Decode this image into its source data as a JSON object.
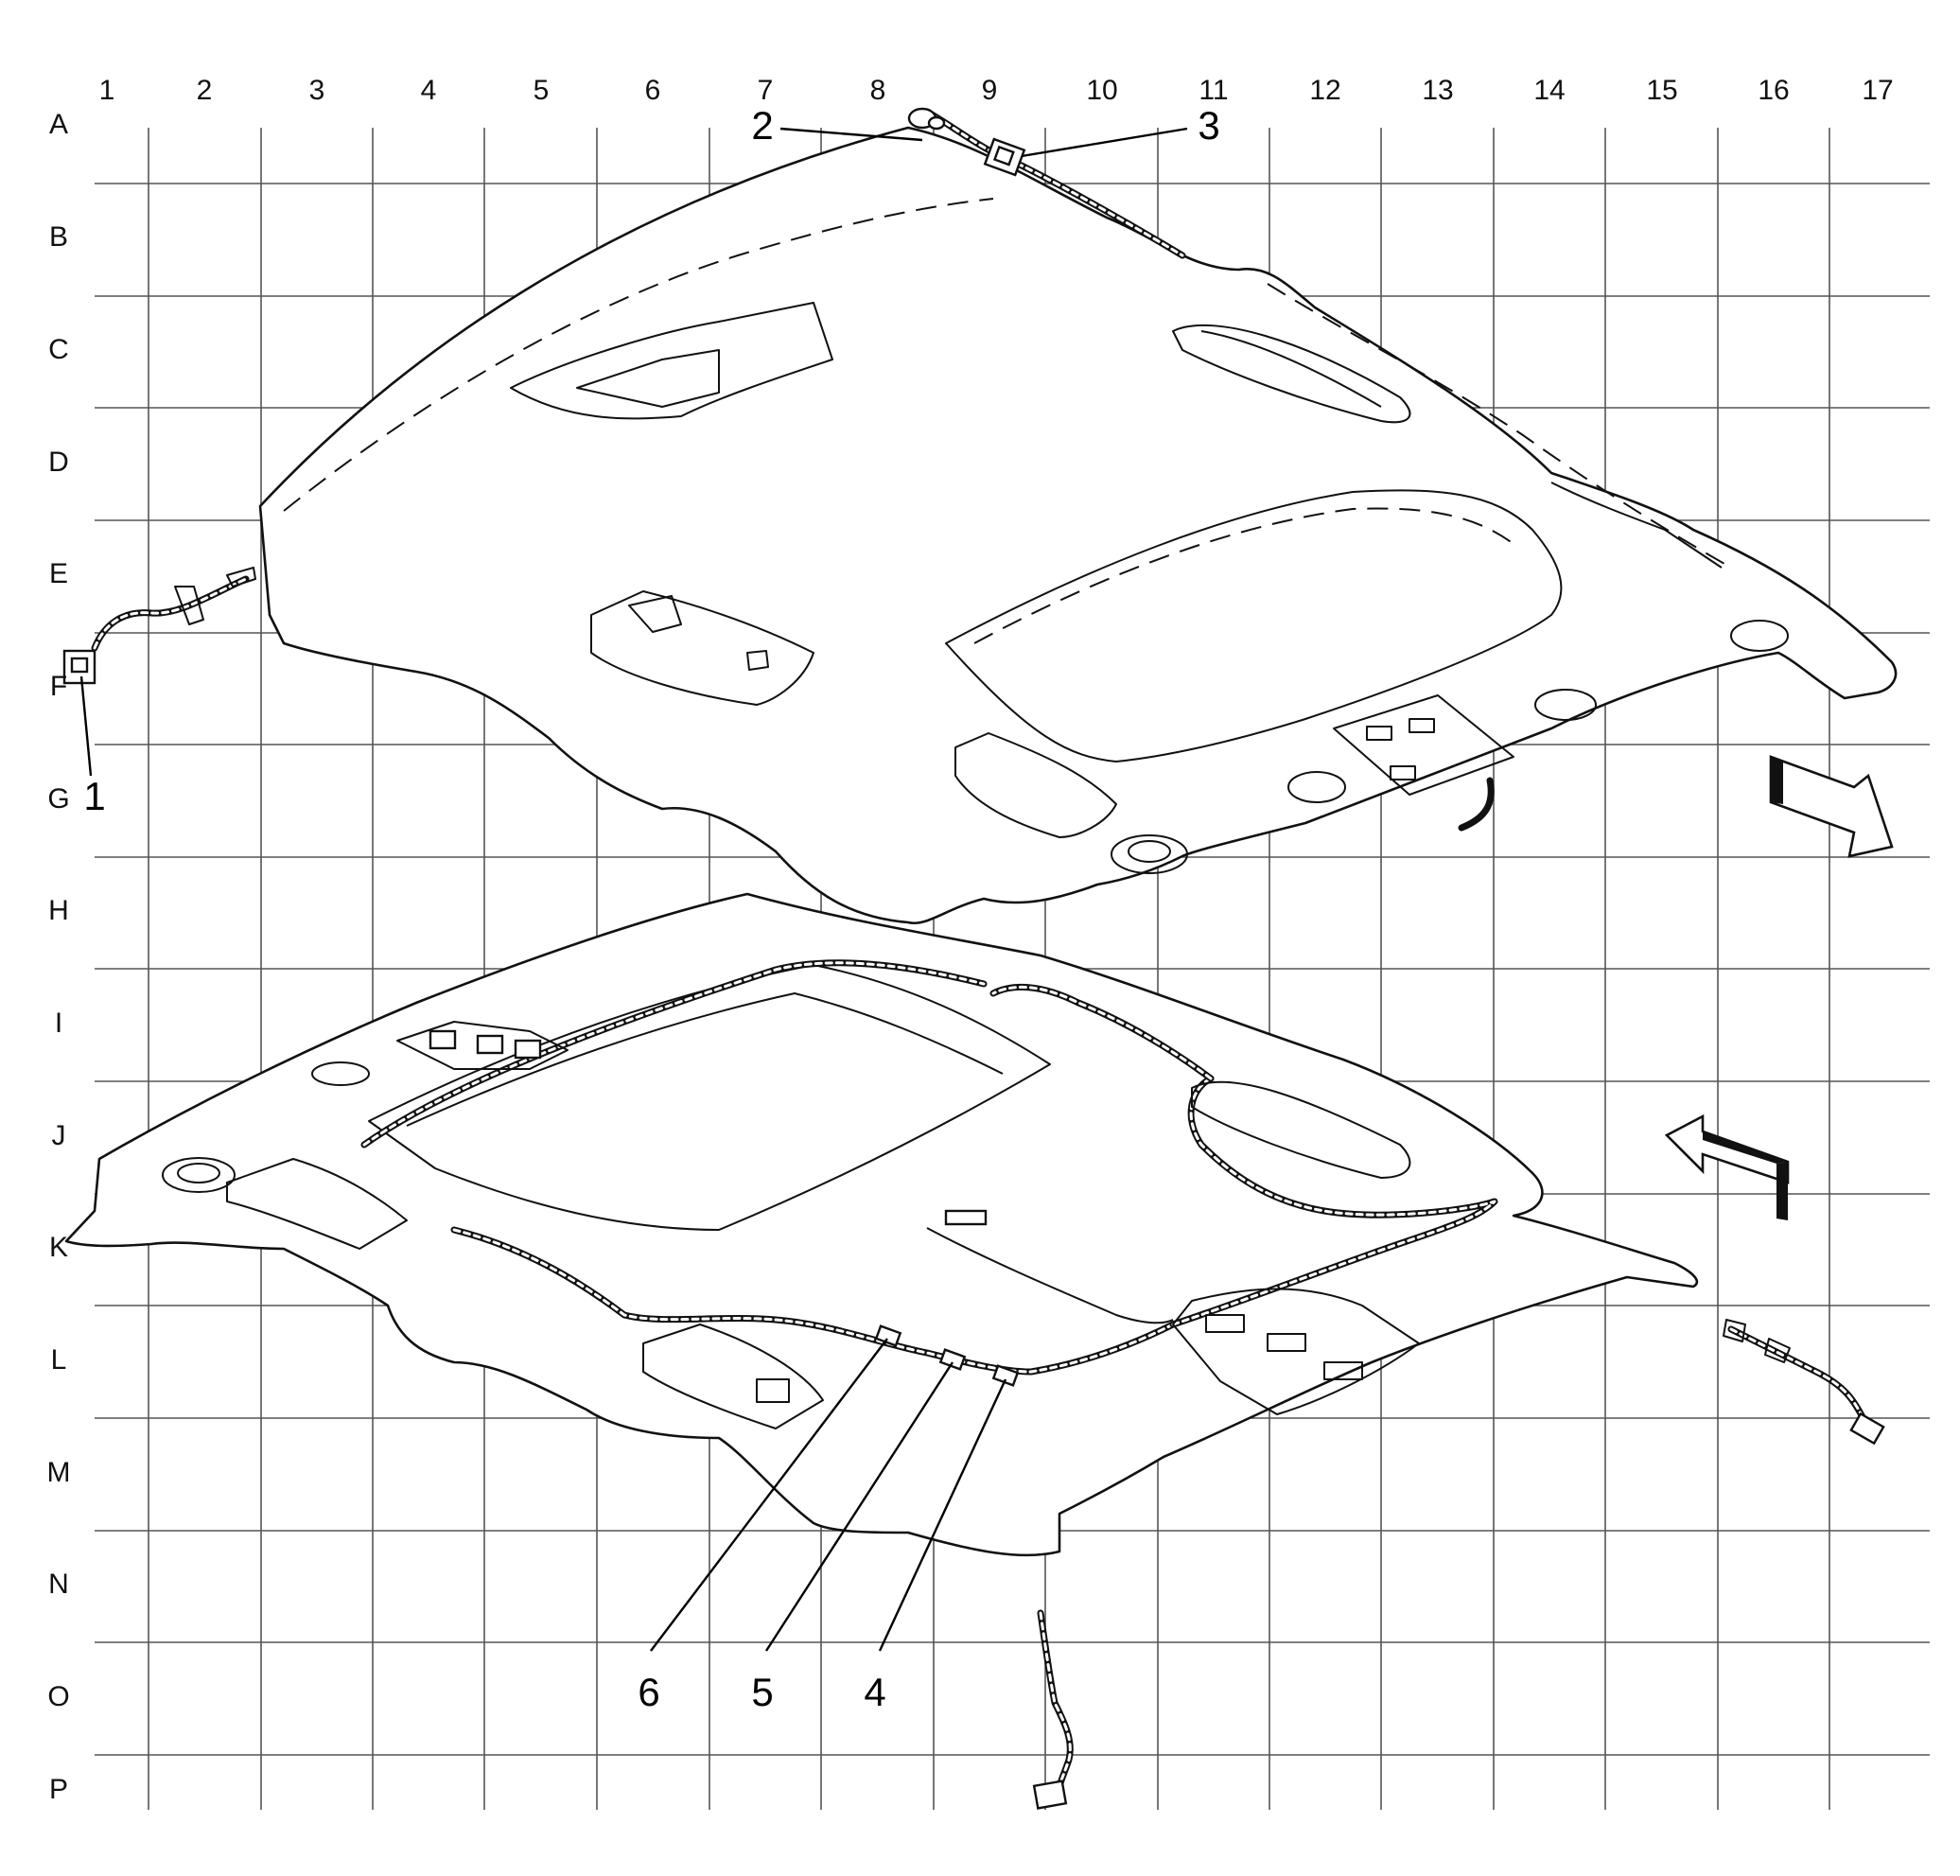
{
  "grid": {
    "columns": [
      "1",
      "2",
      "3",
      "4",
      "5",
      "6",
      "7",
      "8",
      "9",
      "10",
      "11",
      "12",
      "13",
      "14",
      "15",
      "16",
      "17"
    ],
    "rows": [
      "A",
      "B",
      "C",
      "D",
      "E",
      "F",
      "G",
      "H",
      "I",
      "J",
      "K",
      "L",
      "M",
      "N",
      "O",
      "P"
    ]
  },
  "callouts": [
    "1",
    "2",
    "3",
    "4",
    "5",
    "6"
  ],
  "icons": {
    "front_arrow": "direction-arrow-icon",
    "rear_arrow": "direction-arrow-icon"
  }
}
